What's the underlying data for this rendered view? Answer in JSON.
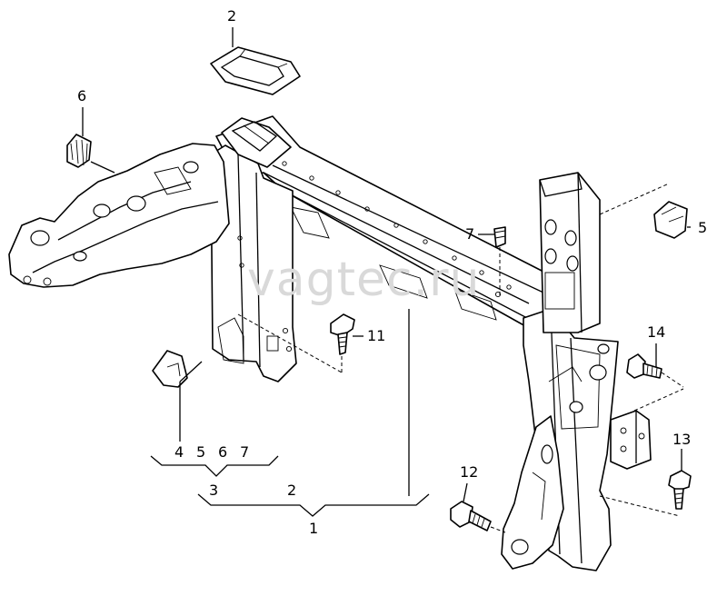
{
  "watermark": "vagtec.ru",
  "callouts": {
    "c2_top": "2",
    "c6": "6",
    "c7_right": "7",
    "c5_right": "5",
    "c11": "11",
    "c14": "14",
    "c13": "13",
    "c12": "12",
    "g4": "4",
    "g5": "5",
    "g6": "6",
    "g7": "7",
    "g3": "3",
    "g2": "2",
    "g1": "1"
  }
}
